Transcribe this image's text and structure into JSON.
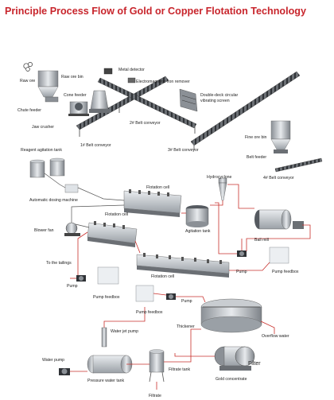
{
  "title": "Principle Process Flow of Gold or Copper Flotation Technology",
  "labels": {
    "raw_ore": "Raw ore",
    "raw_ore_bin": "Raw ore bin",
    "chute_feeder": "Chute feeder",
    "cone_feeder": "Cone feeder",
    "metal_detector": "Metal detector",
    "electromagnetic_iron_remover": "Electromagnetic iron remover",
    "double_deck_screen": "Double-deck circular vibrating screen",
    "jaw_crusher": "Jaw crusher",
    "belt_conveyor_1": "1# Belt conveyor",
    "belt_conveyor_2": "2# Belt conveyor",
    "belt_conveyor_3": "3# Belt conveyor",
    "belt_conveyor_4": "4# Belt conveyor",
    "fine_ore_bin": "Fine ore bin",
    "belt_feeder": "Belt feeder",
    "reagent_agitation_tank": "Reagent agitation tank",
    "automatic_dosing_machine": "Automatic dosing machine",
    "hydrocyclone": "Hydrocyclone",
    "flotation_cell_1": "Flotation cell",
    "flotation_cell_2": "Flotation cell",
    "flotation_cell_3": "Flotation cell",
    "blower_fan": "Blower fan",
    "agitation_tank": "Agitation tank",
    "ball_mill": "Ball mill",
    "to_the_tailings": "To the tailings",
    "pump_1": "Pump",
    "pump_feedbox_1": "Pump feedbox",
    "pump_2": "Pump",
    "pump_feedbox_2": "Pump feedbox",
    "pump_3": "Pump",
    "pump_feedbox_3": "Pump feedbox",
    "thickener": "Thickener",
    "overflow_water": "Overflow water",
    "water_jet_pump": "Water jet pump",
    "water_pump": "Water pump",
    "pressure_water_tank": "Pressure water tank",
    "filtrate_tank": "Filtrate tank",
    "filter": "Filter",
    "gold_concentrate": "Gold concentrate",
    "filtrate": "Filtrate"
  },
  "colors": {
    "title": "#c8252c",
    "pipe": "#c9302c",
    "equipment": "#9aa0a6",
    "equipment_dark": "#555a60",
    "tank": "#dfe3e7"
  }
}
